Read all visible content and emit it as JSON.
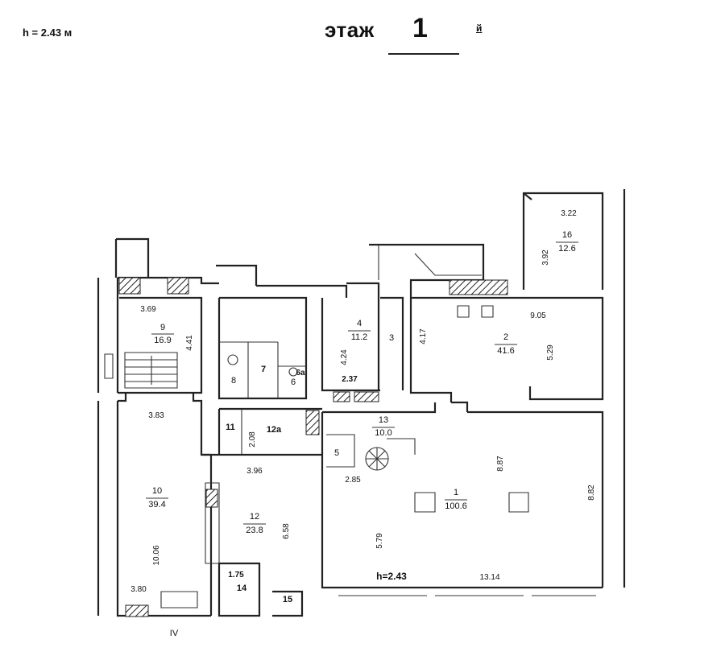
{
  "header": {
    "ceiling_note": "h = 2.43 м",
    "floor_word": "этаж",
    "floor_number": "1",
    "floor_suffix": "й"
  },
  "axis_label": "IV",
  "bottom_ceiling": "h=2.43",
  "rooms": [
    {
      "id": "r1",
      "number": "1",
      "area": "100.6"
    },
    {
      "id": "r2",
      "number": "2",
      "area": "41.6"
    },
    {
      "id": "r3",
      "number": "3",
      "area": ""
    },
    {
      "id": "r4",
      "number": "4",
      "area": "11.2"
    },
    {
      "id": "r5",
      "number": "5",
      "area": ""
    },
    {
      "id": "r6",
      "number": "6",
      "area": ""
    },
    {
      "id": "r6a",
      "number": "6а",
      "area": ""
    },
    {
      "id": "r7",
      "number": "7",
      "area": ""
    },
    {
      "id": "r8",
      "number": "8",
      "area": ""
    },
    {
      "id": "r9",
      "number": "9",
      "area": "16.9"
    },
    {
      "id": "r10",
      "number": "10",
      "area": "39.4"
    },
    {
      "id": "r11",
      "number": "11",
      "area": ""
    },
    {
      "id": "r12",
      "number": "12",
      "area": "23.8"
    },
    {
      "id": "r12a",
      "number": "12а",
      "area": ""
    },
    {
      "id": "r13",
      "number": "13",
      "area": "10.0"
    },
    {
      "id": "r14",
      "number": "14",
      "area": ""
    },
    {
      "id": "r15",
      "number": "15",
      "area": ""
    },
    {
      "id": "r16",
      "number": "16",
      "area": "12.6"
    }
  ],
  "dimensions": [
    {
      "id": "d1",
      "value": "3.69"
    },
    {
      "id": "d2",
      "value": "4.41"
    },
    {
      "id": "d3",
      "value": "3.83"
    },
    {
      "id": "d4",
      "value": "10.06"
    },
    {
      "id": "d5",
      "value": "3.80"
    },
    {
      "id": "d6",
      "value": "2.08"
    },
    {
      "id": "d7",
      "value": "3.96"
    },
    {
      "id": "d8",
      "value": "6.58"
    },
    {
      "id": "d9",
      "value": "1.75"
    },
    {
      "id": "d10",
      "value": "4.24"
    },
    {
      "id": "d11",
      "value": "2.37"
    },
    {
      "id": "d12",
      "value": "4.17"
    },
    {
      "id": "d13",
      "value": "9.05"
    },
    {
      "id": "d14",
      "value": "5.29"
    },
    {
      "id": "d15",
      "value": "2.85"
    },
    {
      "id": "d16",
      "value": "8.87"
    },
    {
      "id": "d17",
      "value": "8.82"
    },
    {
      "id": "d18",
      "value": "5.79"
    },
    {
      "id": "d19",
      "value": "13.14"
    },
    {
      "id": "d20",
      "value": "3.22"
    },
    {
      "id": "d21",
      "value": "3.92"
    }
  ]
}
